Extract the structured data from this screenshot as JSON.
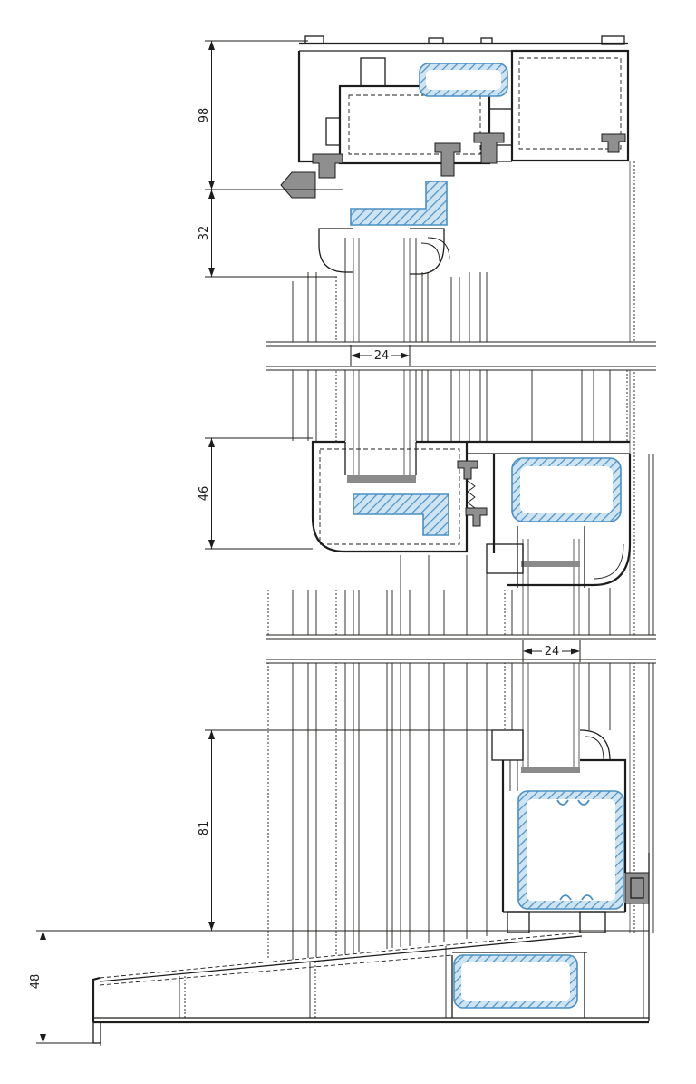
{
  "drawing": {
    "kind": "window-system-vertical-section",
    "dimensions": {
      "top_frame": {
        "label": "98"
      },
      "top_sash": {
        "label": "32"
      },
      "interlock": {
        "label": "46"
      },
      "bottom_sash": {
        "label": "81"
      },
      "sill": {
        "label": "48"
      },
      "glazing_upper": {
        "label": "24"
      },
      "glazing_lower": {
        "label": "24"
      }
    },
    "colors": {
      "ink": "#1d1d1b",
      "blue": "#4a90c4",
      "blue_fill": "#cfe4f2",
      "gasket": "#8f8f8f",
      "glass": "#8a8a8a",
      "render": "#b3b3b3"
    }
  }
}
